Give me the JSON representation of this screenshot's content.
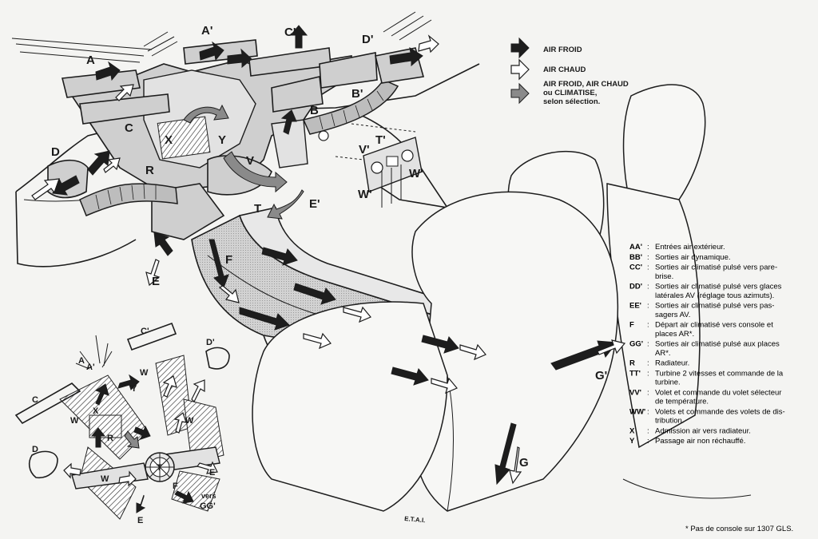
{
  "legend": {
    "cold": "AIR FROID",
    "warm": "AIR CHAUD",
    "mixed_line1": "AIR FROID, AIR CHAUD",
    "mixed_line2": "ou CLIMATISE,",
    "mixed_line3": "selon  sélection."
  },
  "labels": {
    "A": "A",
    "A_prime": "A'",
    "C": "C",
    "C_prime": "C'",
    "D": "D",
    "D_prime": "D'",
    "B": "B",
    "B_prime": "B'",
    "X": "X",
    "Y": "Y",
    "V": "V",
    "R": "R",
    "T": "T",
    "E": "E",
    "E_prime": "E'",
    "F": "F",
    "G": "G",
    "G_prime": "G'",
    "V_prime": "V'",
    "T_prime": "T'",
    "W": "W",
    "W_prime": "W'"
  },
  "inset_labels": {
    "A": "A",
    "A_prime": "A'",
    "C": "C",
    "C_prime": "C'",
    "D": "D",
    "D_prime": "D'",
    "X": "X",
    "Y": "Y",
    "R": "R",
    "T": "T",
    "F": "F",
    "E": "E",
    "W": "W",
    "vers": "vers",
    "GG": "GG'"
  },
  "key": [
    {
      "code": "AA'",
      "sep": ":",
      "lines": [
        "Entrées air extérieur."
      ]
    },
    {
      "code": "BB'",
      "sep": ":",
      "lines": [
        "Sorties air dynamique."
      ]
    },
    {
      "code": "CC'",
      "sep": ":",
      "lines": [
        "Sorties air climatisé pulsé vers pare-",
        "brise."
      ]
    },
    {
      "code": "DD'",
      "sep": ":",
      "lines": [
        "Sorties air climatisé pulsé vers glaces",
        "latérales AV (réglage tous azimuts)."
      ]
    },
    {
      "code": "EE'",
      "sep": ":",
      "lines": [
        "Sorties air climatisé pulsé vers pas-",
        "sagers AV."
      ]
    },
    {
      "code": "F",
      "sep": ":",
      "lines": [
        "Départ air climatisé vers console et",
        "places AR*."
      ]
    },
    {
      "code": "GG'",
      "sep": ":",
      "lines": [
        "Sorties air climatisé pulsé aux places",
        "AR*."
      ]
    },
    {
      "code": "R",
      "sep": ":",
      "lines": [
        "Radiateur."
      ]
    },
    {
      "code": "TT'",
      "sep": ":",
      "lines": [
        "Turbine 2 vitesses et commande de la",
        "turbine."
      ]
    },
    {
      "code": "VV'",
      "sep": ":",
      "lines": [
        "Volet et commande du volet sélecteur",
        "de température."
      ]
    },
    {
      "code": "WW'",
      "sep": ":",
      "lines": [
        "Volets et commande des volets de dis-",
        "tribution."
      ]
    },
    {
      "code": "X",
      "sep": ":",
      "lines": [
        "Admission air vers radiateur."
      ]
    },
    {
      "code": "Y",
      "sep": ":",
      "lines": [
        "Passage air non réchauffé."
      ]
    }
  ],
  "footnote": "* Pas de console sur 1307 GLS.",
  "credit": "E.T.A.I."
}
